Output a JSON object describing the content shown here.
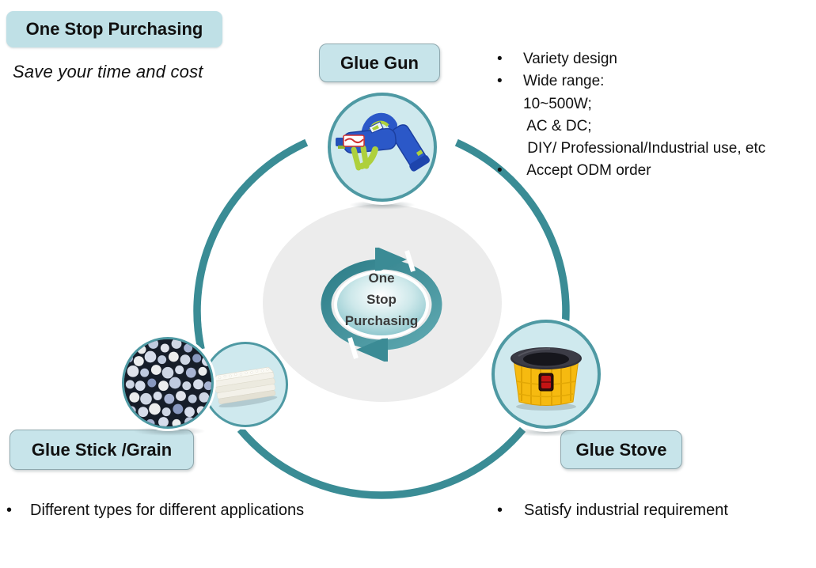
{
  "header": {
    "title": "One Stop Purchasing",
    "tagline": "Save your time and cost"
  },
  "center_cycle": {
    "line1": "One",
    "line2": "Stop",
    "line3": "Purchasing"
  },
  "nodes": {
    "glue_gun": {
      "label": "Glue Gun",
      "image": "glue-gun-photo"
    },
    "glue_stick_grain": {
      "label": "Glue Stick /Grain",
      "images": [
        "glue-grain-photo",
        "glue-stick-photo"
      ]
    },
    "glue_stove": {
      "label": "Glue Stove",
      "image": "glue-stove-photo"
    }
  },
  "glue_gun_features": {
    "lines": [
      {
        "bullet": "•",
        "text": "Variety design"
      },
      {
        "bullet": "•",
        "text": "Wide range:"
      },
      {
        "bullet": "",
        "text": "10~500W;"
      },
      {
        "bullet": "",
        "text": " AC & DC;"
      },
      {
        "bullet": "",
        "text": " DIY/ Professional/Industrial use, etc"
      },
      {
        "bullet": "•",
        "text": " Accept ODM order"
      }
    ]
  },
  "bottom_notes": {
    "left_bullet": "•",
    "left": "Different types for different applications",
    "right_bullet": "•",
    "right": "Satisfy industrial requirement"
  },
  "colors": {
    "ring_teal": "#3a8c95",
    "node_border_teal": "#4e99a3",
    "label_box_fill": "#c7e4ea",
    "header_box_fill": "#bfe0e6",
    "node_fill": "#cfe9ee",
    "backdrop_gray": "#ececec",
    "stove_yellow": "#f6ba10",
    "gun_blue": "#2b58c8",
    "trigger_lime": "#aed03c"
  }
}
